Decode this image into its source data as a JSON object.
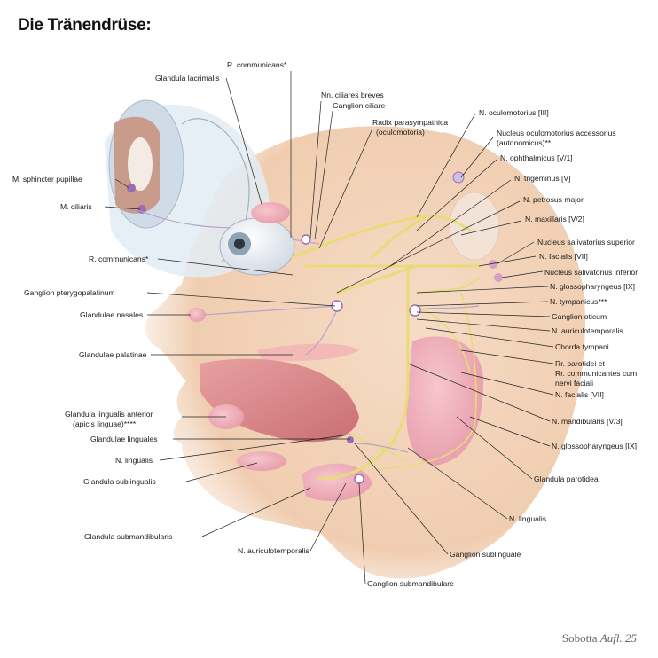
{
  "title": "Die Tränendrüse:",
  "footer": {
    "brand": "Sobotta",
    "edition": "Aufl. 25"
  },
  "labels": {
    "r_communicans_top": "R. communicans*",
    "glandula_lacrimalis": "Glandula lacrimalis",
    "nn_ciliares_breves": "Nn. ciliares breves",
    "ganglion_ciliare": "Ganglion ciliare",
    "radix_parasympathica_1": "Radix parasympathica",
    "radix_parasympathica_2": "(oculomotoria)",
    "n_oculomotorius": "N. oculomotorius [III]",
    "nucleus_oculomotorius_1": "Nucleus oculomotorius accessorius",
    "nucleus_oculomotorius_2": "(autonomicus)**",
    "n_ophthalmicus": "N. ophthalmicus [V/1]",
    "n_trigeminus": "N. trigeminus [V]",
    "n_petrosus_major": "N. petrosus major",
    "n_maxillaris": "N. maxillaris [V/2]",
    "nucleus_salivatorius_superior": "Nucleus salivatorius superior",
    "n_facialis_top": "N. facialis [VII]",
    "nucleus_salivatorius_inferior": "Nucleus salivatorius inferior",
    "n_glossopharyngeus_top": "N. glossopharyngeus [IX]",
    "n_tympanicus": "N. tympanicus***",
    "ganglion_oticum": "Ganglion oticum",
    "n_auriculotemporalis_right": "N. auriculotemporalis",
    "chorda_tympani": "Chorda tympani",
    "rr_parotidei_1": "Rr. parotidei et",
    "rr_parotidei_2": "Rr. communicantes cum",
    "rr_parotidei_3": "nervi faciali",
    "n_facialis_bottom": "N. facialis [VII]",
    "n_mandibularis": "N. mandibularis [V/3]",
    "n_glossopharyngeus_bottom": "N. glossopharyngeus [IX]",
    "glandula_parotidea": "Glandula parotidea",
    "n_lingualis_right": "N. lingualis",
    "ganglion_sublinguale": "Ganglion sublinguale",
    "ganglion_submandibulare": "Ganglion submandibulare",
    "n_auriculotemporalis_bottom": "N. auriculotemporalis",
    "glandula_submandibularis": "Glandula submandibularis",
    "glandula_sublingualis": "Glandula sublingualis",
    "n_lingualis_left": "N. lingualis",
    "glandulae_linguales": "Glandulae linguales",
    "glandula_lingualis_anterior_1": "Glandula lingualis anterior",
    "glandula_lingualis_anterior_2": "(apicis linguae)****",
    "glandulae_palatinae": "Glandulae palatinae",
    "glandulae_nasales": "Glandulae nasales",
    "ganglion_pterygopalatinum": "Ganglion pterygopalatinum",
    "r_communicans_left": "R. communicans*",
    "m_ciliaris": "M. ciliaris",
    "m_sphincter_pupillae": "M. sphincter pupillae"
  },
  "colors": {
    "skin": "#f3d3b8",
    "skin_shadow": "#e8bea0",
    "nerve": "#e9dc78",
    "gland": "#f2b3be",
    "gland_dark": "#d9808f",
    "parasympathetic": "#b7a4c9",
    "eye": "#dfe6ee"
  }
}
